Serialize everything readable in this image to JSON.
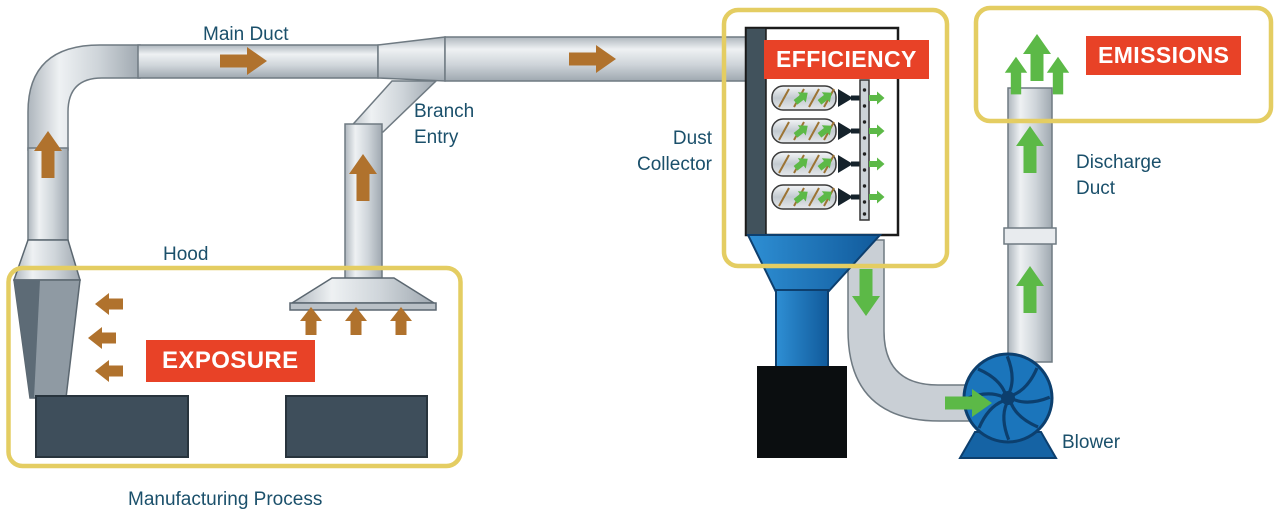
{
  "labels": {
    "main_duct": "Main Duct",
    "branch_entry": "Branch Entry",
    "hood": "Hood",
    "dust_collector": "Dust Collector",
    "discharge_duct": "Discharge Duct",
    "blower": "Blower",
    "manufacturing_process": "Manufacturing Process"
  },
  "badges": {
    "exposure": "EXPOSURE",
    "efficiency": "EFFICIENCY",
    "emissions": "EMISSIONS"
  },
  "colors": {
    "badge_red": "#E84227",
    "outline_yellow": "#E4CD62",
    "dirty_air_arrow_brown": "#B0722D",
    "clean_air_arrow_green": "#5CB947",
    "label_blue": "#1B506B",
    "equipment_blue": "#1B75BB",
    "machine_dark": "#3E4E5B",
    "duct_gray": "#CCD2D8"
  }
}
